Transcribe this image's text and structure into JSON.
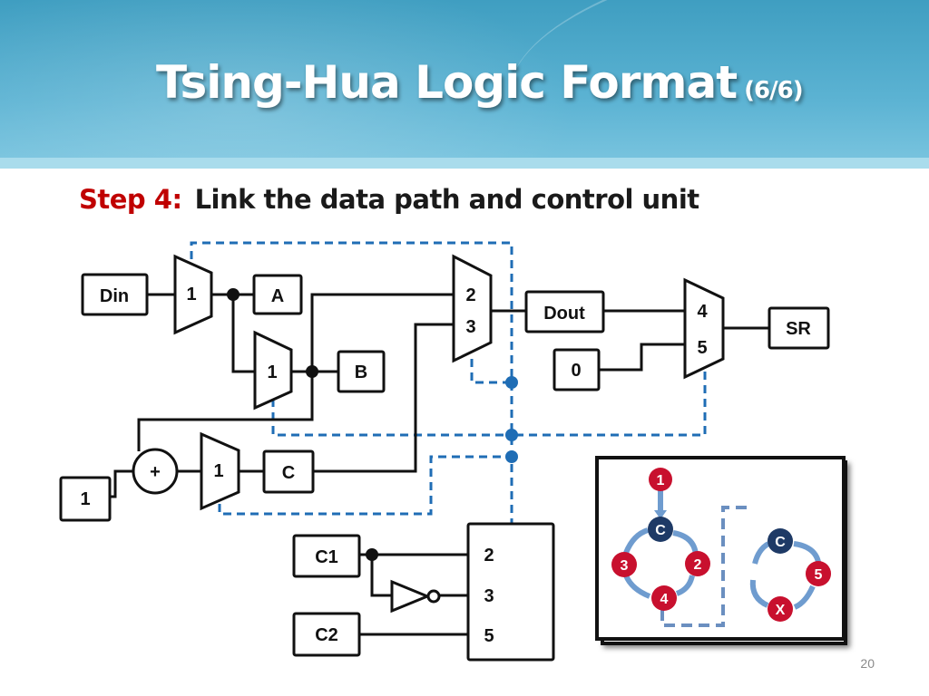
{
  "slide": {
    "title": "Tsing-Hua Logic Format",
    "title_suffix": "(6/6)",
    "step_label": "Step 4:",
    "step_text": "Link the data path and control unit",
    "page_number": "20"
  },
  "diagram": {
    "din": "Din",
    "mux1": "1",
    "reg_a": "A",
    "mux_b": "1",
    "reg_b": "B",
    "mux23_top": "2",
    "mux23_bot": "3",
    "dout": "Dout",
    "zero": "0",
    "mux45_top": "4",
    "mux45_bot": "5",
    "sr": "SR",
    "adder": "+",
    "const_one": "1",
    "mux_c": "1",
    "reg_c": "C",
    "c1": "C1",
    "c2": "C2",
    "ctrl_2": "2",
    "ctrl_3": "3",
    "ctrl_5": "5"
  },
  "state_graph": {
    "left": {
      "start": "1",
      "center": "C",
      "s2": "2",
      "s3": "3",
      "s4": "4"
    },
    "right": {
      "center": "C",
      "s5": "5",
      "sx": "X"
    },
    "colors": {
      "red_node": "#c8102e",
      "navy_node": "#1e3a66",
      "arc": "#6f9ccf"
    }
  },
  "colors": {
    "header": "#4aa8c9",
    "accent_red": "#c00000",
    "dashed_blue": "#1f6db5"
  }
}
